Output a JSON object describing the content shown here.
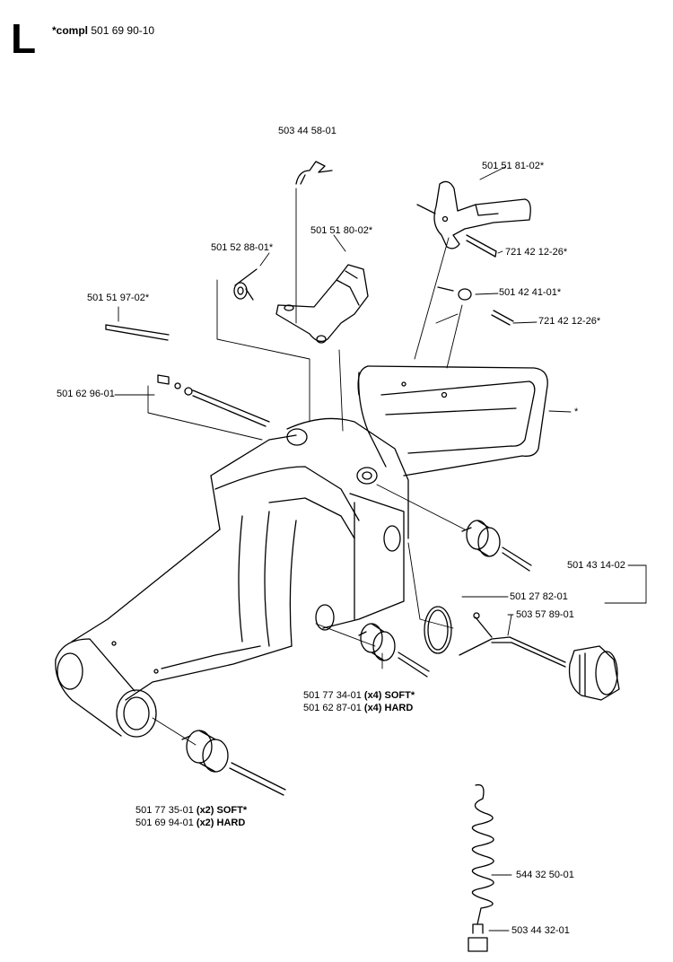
{
  "header": {
    "section_letter": "L",
    "compl_prefix": "*compl",
    "compl_number": "501 69 90-10"
  },
  "labels": {
    "p_503445801": "503 44 58-01",
    "p_501518102": "501 51 81-02*",
    "p_501518002": "501 51 80-02*",
    "p_501528801": "501 52 88-01*",
    "p_721421226_a": "721 42 12-26*",
    "p_501424101": "501 42 41-01*",
    "p_721421226_b": "721 42 12-26*",
    "p_501519702": "501 51 97-02*",
    "p_501629601": "501 62 96-01",
    "p_star": "*",
    "p_501431402": "501 43 14-02",
    "p_501278201": "501 27 82-01",
    "p_503578901": "503 57 89-01",
    "p_501773401": "501 77 34-01",
    "p_501773401_q": "(x4) SOFT*",
    "p_501628701": "501 62 87-01",
    "p_501628701_q": "(x4) HARD",
    "p_501773501": "501 77 35-01",
    "p_501773501_q": "(x2) SOFT*",
    "p_501699401": "501 69 94-01",
    "p_501699401_q": "(x2) HARD",
    "p_544325001": "544 32 50-01",
    "p_503443201": "503 44 32-01"
  }
}
